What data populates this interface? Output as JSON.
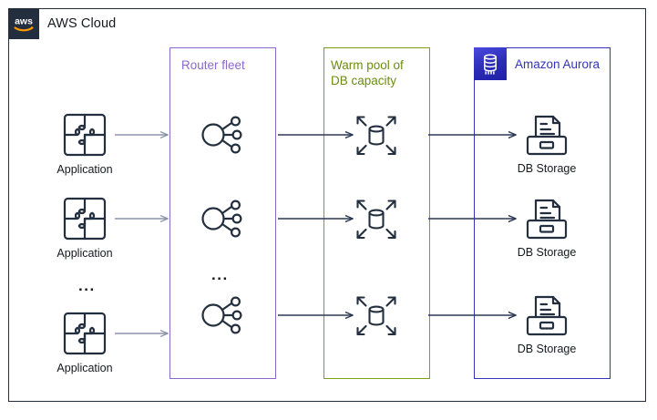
{
  "diagram": {
    "title": "AWS Cloud",
    "cloud_badge_icon": "aws-logo-icon",
    "colors": {
      "cloud_border": "#232f3e",
      "cloud_badge_bg": "#232f3e",
      "router_group": "#8c68cd",
      "warmpool_group": "#7aa116",
      "aurora_group": "#3334b9",
      "icon_dark": "#232f3e",
      "arrow_light": "#8c93a8",
      "arrow_dark": "#2c3a55"
    }
  },
  "groups": {
    "router_fleet": {
      "label": "Router fleet",
      "color": "#8c68cd"
    },
    "warm_pool": {
      "label": "Warm pool of\nDB capacity",
      "color": "#7aa116"
    },
    "aurora": {
      "label": "Amazon Aurora",
      "color": "#3334b9",
      "icon": "amazon-aurora-icon"
    }
  },
  "columns": {
    "applications": {
      "ellipsis": "...",
      "items": [
        {
          "label": "Application",
          "icon": "application-puzzle-icon"
        },
        {
          "label": "Application",
          "icon": "application-puzzle-icon"
        },
        {
          "label": "Application",
          "icon": "application-puzzle-icon"
        }
      ]
    },
    "routers": {
      "ellipsis": "...",
      "items": [
        {
          "label": "",
          "icon": "router-node-icon"
        },
        {
          "label": "",
          "icon": "router-node-icon"
        },
        {
          "label": "",
          "icon": "router-node-icon"
        }
      ]
    },
    "db_capacity": {
      "items": [
        {
          "label": "",
          "icon": "elastic-database-icon"
        },
        {
          "label": "",
          "icon": "elastic-database-icon"
        },
        {
          "label": "",
          "icon": "elastic-database-icon"
        }
      ]
    },
    "db_storage": {
      "items": [
        {
          "label": "DB Storage",
          "icon": "db-storage-icon"
        },
        {
          "label": "DB Storage",
          "icon": "db-storage-icon"
        },
        {
          "label": "DB Storage",
          "icon": "db-storage-icon"
        }
      ]
    }
  },
  "connections": [
    {
      "from": "application-1",
      "to": "router-1",
      "style": "light"
    },
    {
      "from": "application-2",
      "to": "router-2",
      "style": "light"
    },
    {
      "from": "application-3",
      "to": "router-3",
      "style": "light"
    },
    {
      "from": "router-1",
      "to": "db-capacity-1",
      "style": "dark"
    },
    {
      "from": "router-2",
      "to": "db-capacity-2",
      "style": "dark"
    },
    {
      "from": "router-3",
      "to": "db-capacity-3",
      "style": "dark"
    },
    {
      "from": "db-capacity-1",
      "to": "db-storage-1",
      "style": "dark"
    },
    {
      "from": "db-capacity-2",
      "to": "db-storage-2",
      "style": "dark"
    },
    {
      "from": "db-capacity-3",
      "to": "db-storage-3",
      "style": "dark"
    }
  ]
}
